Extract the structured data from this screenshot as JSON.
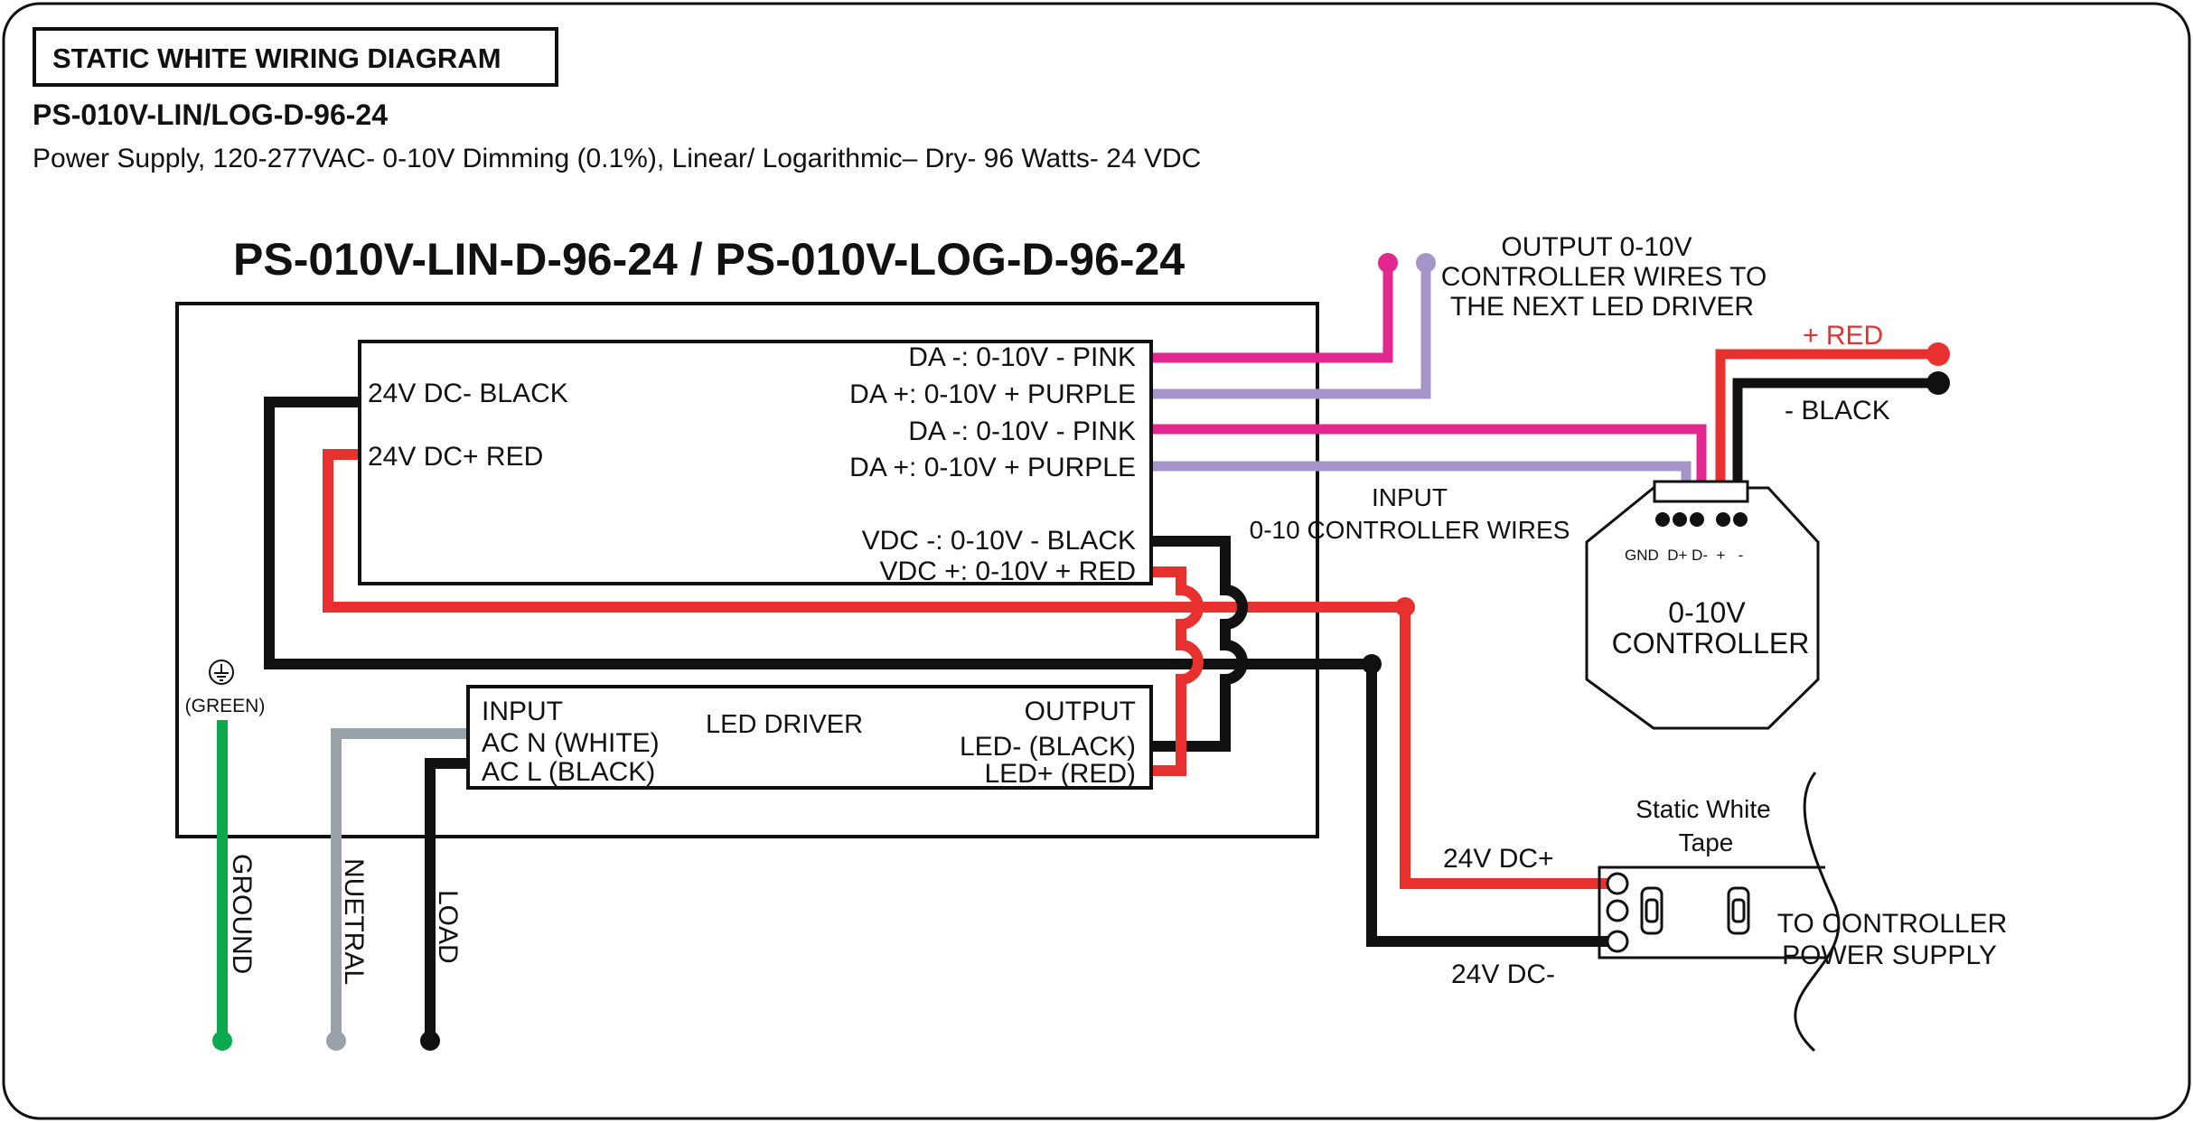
{
  "header": {
    "diagram_title": "STATIC WHITE WIRING DIAGRAM",
    "model": "PS-010V-LIN/LOG-D-96-24",
    "description": "Power Supply, 120-277VAC- 0-10V Dimming (0.1%), Linear/ Logarithmic– Dry- 96 Watts- 24 VDC"
  },
  "supply_title": "PS-010V-LIN-D-96-24 / PS-010V-LOG-D-96-24",
  "dimming_module": {
    "left_black": "24V DC- BLACK",
    "left_red": "24V DC+ RED",
    "right_labels": [
      "DA -: 0-10V - PINK",
      "DA +: 0-10V + PURPLE",
      "DA -: 0-10V - PINK",
      "DA +: 0-10V + PURPLE",
      "VDC -: 0-10V - BLACK",
      "VDC +: 0-10V + RED"
    ]
  },
  "led_driver": {
    "input": "INPUT",
    "ac_n": "AC N (WHITE)",
    "ac_l": "AC L (BLACK)",
    "name": "LED DRIVER",
    "output": "OUTPUT",
    "led_minus": "LED- (BLACK)",
    "led_plus": "LED+ (RED)"
  },
  "ground": {
    "symbol_label": "(GREEN)",
    "ground": "GROUND",
    "neutral": "NUETRAL",
    "load": "LOAD"
  },
  "output_note": [
    "OUTPUT 0-10V",
    "CONTROLLER WIRES TO",
    "THE NEXT LED DRIVER"
  ],
  "input_note": [
    "INPUT",
    "0-10 CONTROLLER WIRES"
  ],
  "controller": {
    "plus_red": "+ RED",
    "minus_black": "- BLACK",
    "terminals": "GND  D+ D-  +   -",
    "name_line1": "0-10V",
    "name_line2": "CONTROLLER"
  },
  "tape": {
    "title_line1": "Static White",
    "title_line2": "Tape",
    "dc_plus": "24V DC+",
    "dc_minus": "24V DC-",
    "to_line1": "TO CONTROLLER",
    "to_line2": "POWER SUPPLY"
  },
  "colors": {
    "black": "#111111",
    "red": "#e8312f",
    "pink": "#e2288e",
    "purple": "#a594c8",
    "green": "#0aab4c",
    "gray": "#9aa2a9"
  }
}
